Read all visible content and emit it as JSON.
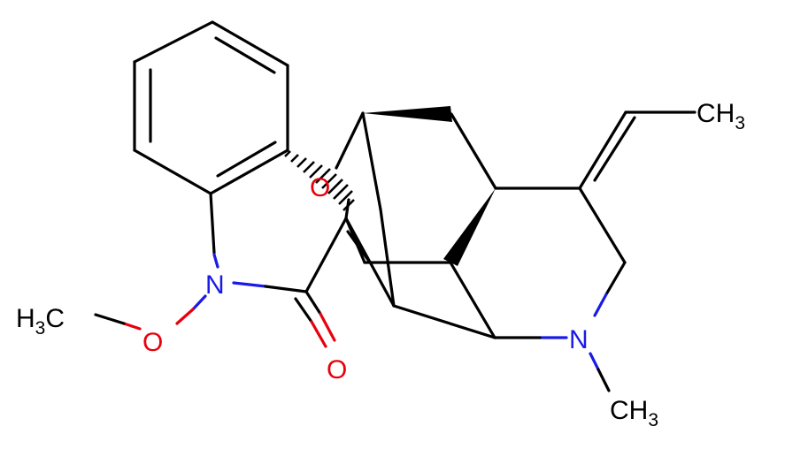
{
  "molecule": {
    "atom_labels": {
      "ch3_top": {
        "main": "CH",
        "sub": "3"
      },
      "ch3_bottom": {
        "main": "CH",
        "sub": "3"
      },
      "h3c_left": {
        "pre": "H",
        "sub": "3",
        "post": "C"
      },
      "n_indole": "N",
      "n_amine": "N",
      "o_methoxy": "O",
      "o_ether": "O",
      "o_carbonyl": "O"
    },
    "colors": {
      "bond": "#000000",
      "oxygen": "#e8000b",
      "nitrogen": "#1a1ae6"
    }
  }
}
